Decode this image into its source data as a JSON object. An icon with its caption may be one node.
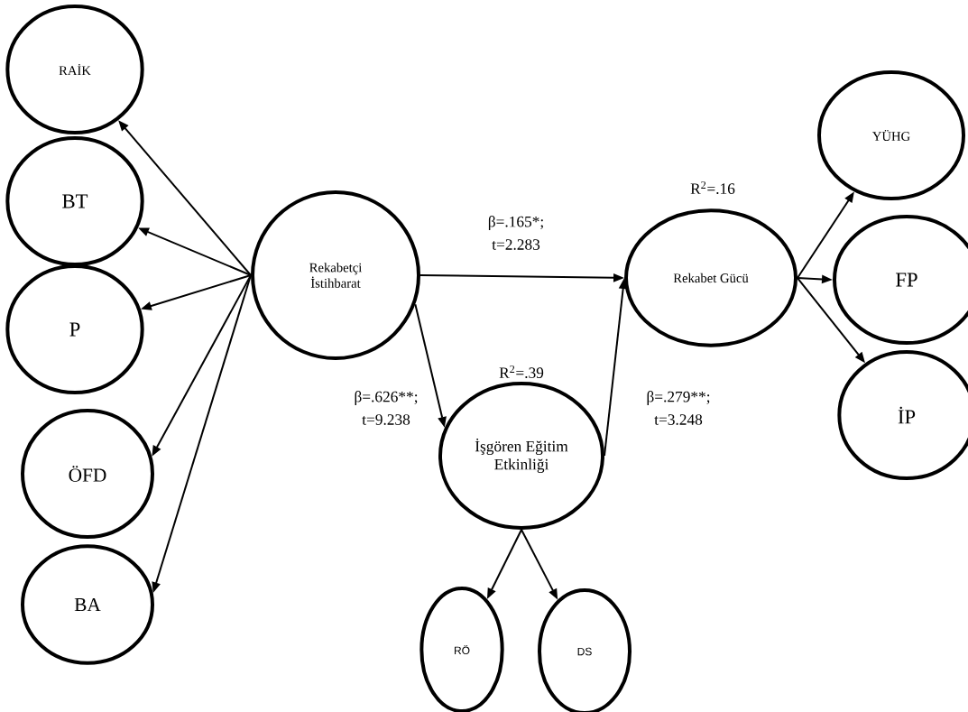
{
  "diagram": {
    "nodes": [
      {
        "text": [
          "RAİK"
        ]
      },
      {
        "text": [
          "BT"
        ]
      },
      {
        "text": [
          "P"
        ]
      },
      {
        "text": [
          "ÖFD"
        ]
      },
      {
        "text": [
          "BA"
        ]
      },
      {
        "text": [
          "Rekabetçi İstihbarat"
        ]
      },
      {
        "text": [
          "Rekabet Gücü"
        ],
        "beside": [
          "R$^{2}$=.16"
        ]
      },
      {
        "text": [
          "İşgören Eğitim Etkinliği"
        ],
        "beside": [
          "R$^{2}$=.39"
        ]
      },
      {
        "text": [
          "YÜHG"
        ]
      },
      {
        "text": [
          "FP"
        ]
      },
      {
        "text": [
          "İP"
        ]
      },
      {
        "text": [
          "RÖ"
        ]
      },
      {
        "text": [
          "DS"
        ]
      }
    ],
    "edges": [
      {
        "from": 5,
        "to": 0,
        "arrow": "to"
      },
      {
        "from": 5,
        "to": 1,
        "arrow": "to"
      },
      {
        "from": 5,
        "to": 2,
        "arrow": "to"
      },
      {
        "from": 5,
        "to": 3,
        "arrow": "to"
      },
      {
        "from": 5,
        "to": 4,
        "arrow": "to"
      },
      {
        "from": 5,
        "to": 6,
        "arrow": "to",
        "label": "β=.165*; t=2.283"
      },
      {
        "from": 5,
        "to": 7,
        "arrow": "to",
        "label": "β=.626**; t=9.238"
      },
      {
        "from": 7,
        "to": 6,
        "arrow": "to",
        "label": "β=.279**; t=3.248"
      },
      {
        "from": 6,
        "to": 8,
        "arrow": "to"
      },
      {
        "from": 6,
        "to": 9,
        "arrow": "to"
      },
      {
        "from": 6,
        "to": 10,
        "arrow": "to"
      },
      {
        "from": 7,
        "to": 11,
        "arrow": "to"
      },
      {
        "from": 7,
        "to": 12,
        "arrow": "to"
      }
    ]
  }
}
